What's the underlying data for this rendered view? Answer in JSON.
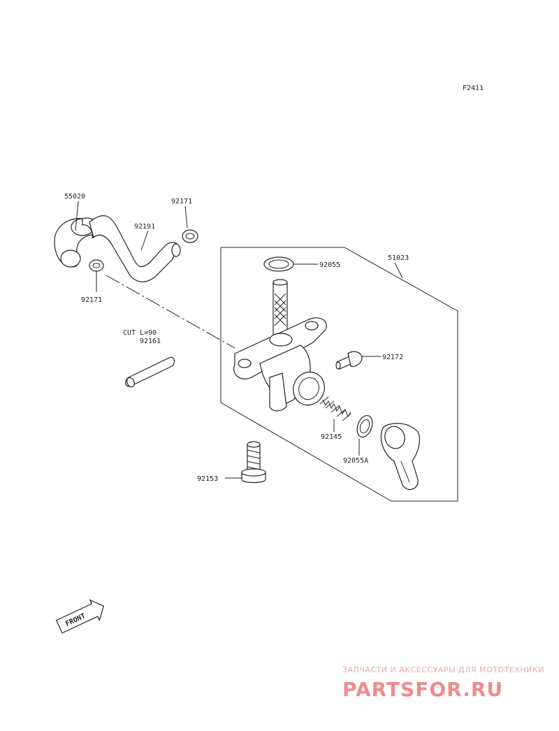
{
  "figure_code": "F2411",
  "parts": {
    "hose": "55020",
    "clamp_upper": "92171",
    "tube": "92191",
    "clamp_lower": "92171",
    "cut_note": "CUT L=90",
    "tube_cut": "92161",
    "oring_top": "92055",
    "assembly": "51023",
    "screw": "92172",
    "spring": "92145",
    "oring_lower": "92055A",
    "bolt": "92153"
  },
  "front_arrow": "FRONT",
  "watermark": {
    "tagline": "ЗАПЧАСТИ И АКСЕССУАРЫ ДЛЯ МОТОТЕХНИКИ",
    "brand": "PARTSFOR.RU"
  }
}
